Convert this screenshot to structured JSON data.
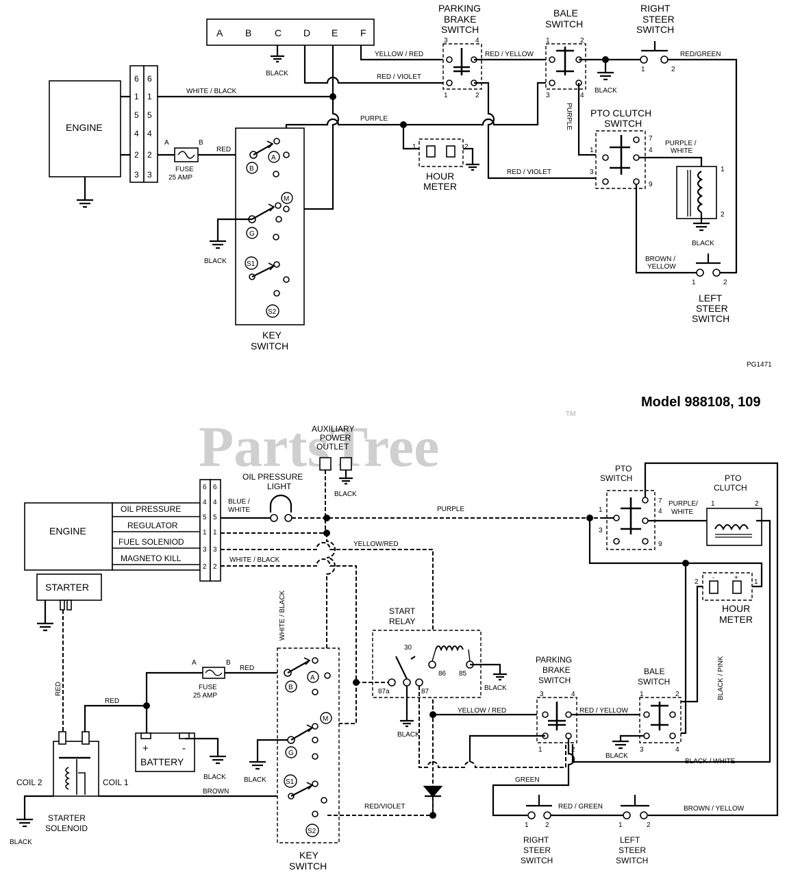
{
  "top": {
    "connector_letters": [
      "A",
      "B",
      "C",
      "D",
      "E",
      "F"
    ],
    "engine": "ENGINE",
    "plug_left": [
      "6",
      "1",
      "5",
      "4",
      "2",
      "3"
    ],
    "plug_right": [
      "6",
      "1",
      "5",
      "4",
      "2",
      "3"
    ],
    "fuse": "FUSE",
    "fuse_rating": "25 AMP",
    "fuse_a": "A",
    "fuse_b": "B",
    "key_switch": [
      "KEY",
      "SWITCH"
    ],
    "key_terminals": [
      "A",
      "B",
      "M",
      "G",
      "S1",
      "S2"
    ],
    "parking_brake_switch": [
      "PARKING",
      "BRAKE",
      "SWITCH"
    ],
    "bale_switch": [
      "BALE",
      "SWITCH"
    ],
    "right_steer_switch": [
      "RIGHT",
      "STEER",
      "SWITCH"
    ],
    "pto_clutch_switch": [
      "PTO CLUTCH",
      "SWITCH"
    ],
    "hour_meter": [
      "HOUR",
      "METER"
    ],
    "left_steer_switch": [
      "LEFT",
      "STEER",
      "SWITCH"
    ],
    "wires": {
      "white_black": "WHITE / BLACK",
      "red": "RED",
      "purple": "PURPLE",
      "yellow_red": "YELLOW / RED",
      "red_violet_1": "RED / VIOLET",
      "red_yellow": "RED / YELLOW",
      "red_green": "RED/GREEN",
      "red_violet_2": "RED / VIOLET",
      "purple_white": [
        "PURPLE /",
        "WHITE"
      ],
      "purple_v": "PURPLE",
      "brown_yellow": [
        "BROWN /",
        "YELLOW"
      ],
      "black": "BLACK"
    },
    "pin_numbers": {
      "pb": [
        "3",
        "4",
        "1",
        "2"
      ],
      "bale": [
        "1",
        "2",
        "3",
        "4"
      ],
      "rs": [
        "1",
        "2"
      ],
      "pto": [
        "7",
        "4",
        "1",
        "3",
        "9"
      ],
      "hm": [
        "1",
        "2"
      ],
      "clutch": [
        "1",
        "2"
      ],
      "ls": [
        "1",
        "2"
      ]
    },
    "figure_id": "PG1471"
  },
  "model_label": "Model 988108, 109",
  "watermark": "PartsTree",
  "watermark_tm": "TM",
  "bottom": {
    "engine": "ENGINE",
    "starter": "STARTER",
    "engine_wires": [
      "OIL PRESSURE",
      "REGULATOR",
      "FUEL SOLENIOD",
      "MAGNETO KILL"
    ],
    "plug_left": [
      "6",
      "4",
      "5",
      "1",
      "3",
      "2"
    ],
    "plug_right": [
      "6",
      "4",
      "5",
      "1",
      "3",
      "2"
    ],
    "aux": [
      "AUXILIARY",
      "POWER",
      "OUTLET"
    ],
    "oil_light": [
      "OIL PRESSURE",
      "LIGHT"
    ],
    "blue_white": [
      "BLUE /",
      "WHITE"
    ],
    "purple": "PURPLE",
    "yellow_red": "YELLOW/RED",
    "white_black": "WHITE / BLACK",
    "white_black_v": "WHITE / BLACK",
    "start_relay": [
      "START",
      "RELAY"
    ],
    "relay_pins": [
      "30",
      "87a",
      "87",
      "86",
      "85"
    ],
    "fuse": "FUSE",
    "fuse_rating": "25 AMP",
    "fuse_a": "A",
    "fuse_b": "B",
    "red": "RED",
    "battery": "BATTERY",
    "battery_plus": "+",
    "battery_minus": "-",
    "coil1": "COIL 1",
    "coil2": "COIL 2",
    "starter_solenoid": [
      "STARTER",
      "SOLENOID"
    ],
    "brown": "BROWN",
    "key_switch": [
      "KEY",
      "SWITCH"
    ],
    "key_terminals": [
      "A",
      "B",
      "M",
      "G",
      "S1",
      "S2"
    ],
    "red_violet": "RED/VIOLET",
    "pto_switch": [
      "PTO",
      "SWITCH"
    ],
    "pto_clutch": [
      "PTO",
      "CLUTCH"
    ],
    "purple_white": [
      "PURPLE/",
      "WHITE"
    ],
    "hour_meter": [
      "HOUR",
      "METER"
    ],
    "black_pink": "BLACK / PINK",
    "parking_brake": [
      "PARKING",
      "BRAKE",
      "SWITCH"
    ],
    "bale_switch": [
      "BALE",
      "SWITCH"
    ],
    "red_yellow": "RED / YELLOW",
    "yellow_red2": "YELLOW / RED",
    "black_white": "BLACK / WHITE",
    "green": "GREEN",
    "red_green": "RED / GREEN",
    "brown_yellow": "BROWN / YELLOW",
    "right_steer": [
      "RIGHT",
      "STEER",
      "SWITCH"
    ],
    "left_steer": [
      "LEFT",
      "STEER",
      "SWITCH"
    ],
    "black": "BLACK",
    "pin_numbers": {
      "pto": [
        "1",
        "3",
        "4",
        "9",
        "7"
      ],
      "clutch": [
        "1",
        "2"
      ],
      "hm": [
        "2",
        "1",
        "-",
        "+"
      ],
      "pb": [
        "3",
        "4",
        "1",
        "2"
      ],
      "bale": [
        "1",
        "2",
        "3",
        "4"
      ],
      "rs": [
        "1",
        "2"
      ],
      "ls": [
        "1",
        "2"
      ],
      "rl_87": "87"
    }
  }
}
